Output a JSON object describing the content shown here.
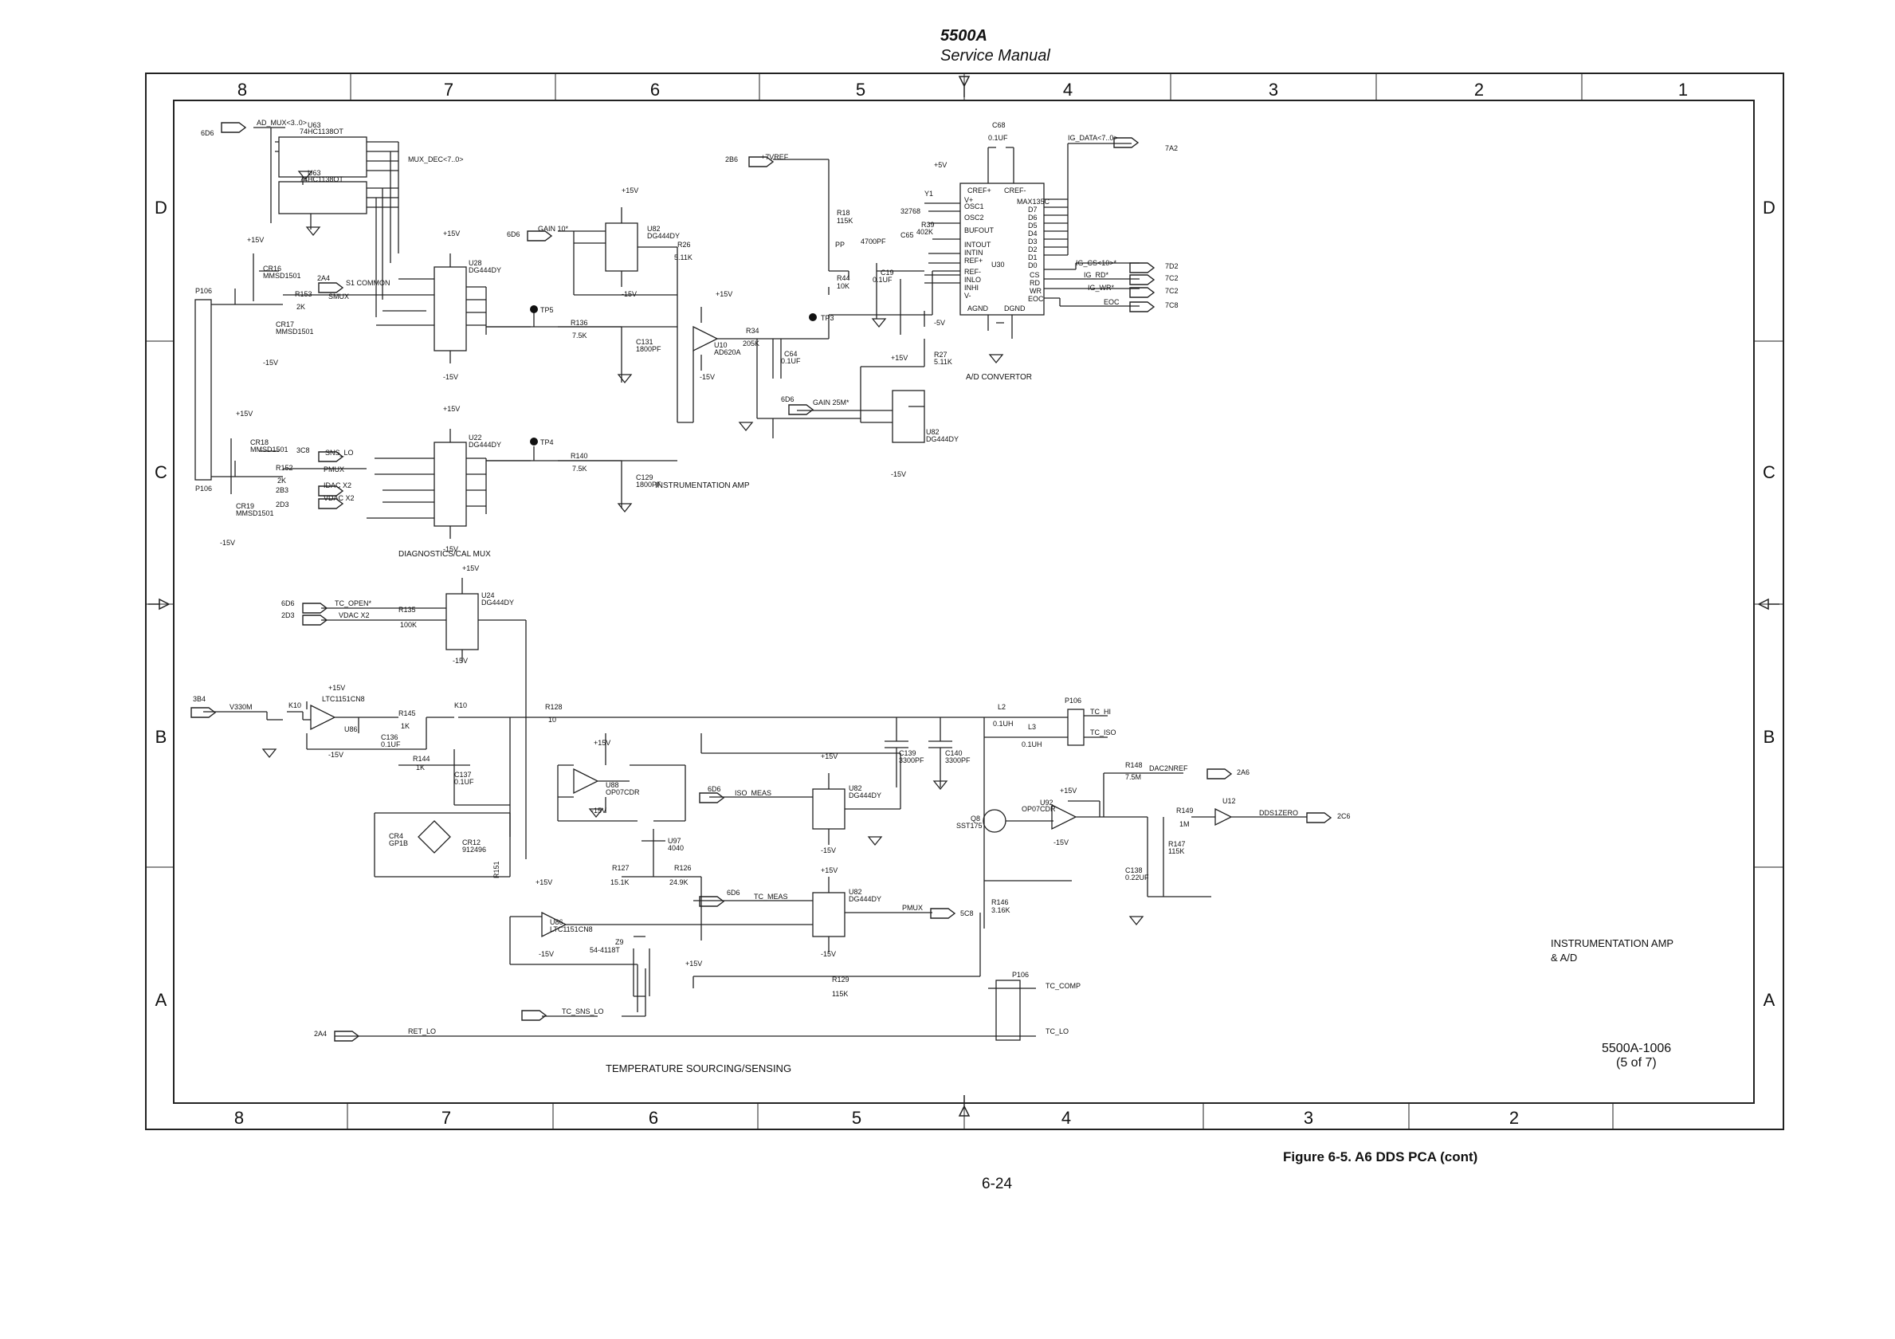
{
  "header": {
    "doc_title": "5500A",
    "doc_subtitle": "Service Manual"
  },
  "border": {
    "columns_top": [
      "8",
      "7",
      "6",
      "5",
      "4",
      "3",
      "2",
      "1"
    ],
    "columns_bottom": [
      "8",
      "7",
      "6",
      "5",
      "4",
      "3",
      "2"
    ],
    "rows_left": [
      "D",
      "C",
      "B",
      "A"
    ],
    "rows_right": [
      "D",
      "C",
      "B",
      "A"
    ]
  },
  "blocks": {
    "diag_mux": "DIAGNOSTICS/CAL MUX",
    "instr_amp": "INSTRUMENTATION AMP",
    "ad_conv": "A/D CONVERTOR",
    "temp": "TEMPERATURE SOURCING/SENSING",
    "sheet_title_1": "INSTRUMENTATION AMP",
    "sheet_title_2": "& A/D",
    "drawing_no": "5500A-1006",
    "sheet_no": "(5 of 7)"
  },
  "components": {
    "u63a": "U63",
    "u63a_pn": "74HC1138OT",
    "u63b": "U63",
    "u63b_pn": "74HC1138OT",
    "u28": "U28",
    "u28_pn": "DG444DY",
    "u22": "U22",
    "u22_pn": "DG444DY",
    "u82a": "U82",
    "u82a_pn": "DG444DY",
    "u82b": "U82",
    "u82b_pn": "DG444DY",
    "u82c": "U82",
    "u82c_pn": "DG444DY",
    "u82d": "U82",
    "u82d_pn": "DG444DY",
    "u24": "U24",
    "u24_pn": "DG444DY",
    "u10": "U10",
    "u10_pn": "AD620A",
    "u30": "U30",
    "u30_pn": "MAX135C",
    "u86a": "U86",
    "u86a_pn": "LTC1151CN8",
    "u86b": "U86",
    "u86b_pn": "LTC1151CN8",
    "u88": "U88",
    "u88_pn": "OP07CDR",
    "u92": "U92",
    "u92_pn": "OP07CDR",
    "u97": "U97",
    "u97_pn": "4040",
    "u12": "U12",
    "q8": "Q8",
    "q8_pn": "SST175",
    "z9": "Z9",
    "z9_pn": "54-4118T",
    "cr16": "CR16",
    "cr16_pn": "MMSD1501",
    "cr17": "CR17",
    "cr17_pn": "MMSD1501",
    "cr18": "CR18",
    "cr18_pn": "MMSD1501",
    "cr19": "CR19",
    "cr19_pn": "MMSD1501",
    "cr4": "CR4",
    "cr4_pn": "GP1B",
    "cr12": "CR12",
    "cr12_pn": "912496",
    "y1": "Y1",
    "y1_val": "32768",
    "r153": "R153",
    "r153_val": "2K",
    "r152": "R152",
    "r152_val": "2K",
    "r136": "R136",
    "r136_val": "7.5K",
    "r140": "R140",
    "r140_val": "7.5K",
    "r26": "R26",
    "r26_val": "5.11K",
    "r34": "R34",
    "r34_val": "205K",
    "r18": "R18",
    "r18_val": "115K",
    "r44": "R44",
    "r44_val": "10K",
    "r39": "R39",
    "r39_val": "402K",
    "r27": "R27",
    "r27_val": "5.11K",
    "r135": "R135",
    "r135_val": "100K",
    "r145": "R145",
    "r145_val": "1K",
    "r144": "R144",
    "r144_val": "1K",
    "r128": "R128",
    "r128_val": "10",
    "r127": "R127",
    "r127_val": "15.1K",
    "r126": "R126",
    "r126_val": "24.9K",
    "r129": "R129",
    "r129_val": "115K",
    "r146": "R146",
    "r146_val": "3.16K",
    "r148": "R148",
    "r148_val": "7.5M",
    "r149": "R149",
    "r149_val": "1M",
    "r147": "R147",
    "r147_val": "115K",
    "r151": "R151",
    "c131": "C131",
    "c131_val": "1800PF",
    "c129": "C129",
    "c129_val": "1800PF",
    "c64": "C64",
    "c64_val": "0.1UF",
    "c19": "C19",
    "c19_val": "0.1UF",
    "c68": "C68",
    "c68_val": "0.1UF",
    "c65": "C65",
    "c65_val": "4700PF",
    "c136": "C136",
    "c136_val": "0.1UF",
    "c137": "C137",
    "c137_val": "0.1UF",
    "c139": "C139",
    "c139_val": "3300PF",
    "c140": "C140",
    "c140_val": "3300PF",
    "c138": "C138",
    "c138_val": "0.22UF",
    "l2": "L2",
    "l2_val": "0.1UH",
    "l3": "L3",
    "l3_val": "0.1UH",
    "k10a": "K10",
    "k10b": "K10",
    "p106a": "P106",
    "p106b": "P106",
    "p106c": "P106",
    "p106d": "P106",
    "tp5": "TP5",
    "tp4": "TP4",
    "tp3": "TP3"
  },
  "nets": {
    "ad_mux": "AD_MUX<3..0>",
    "mux_dec": "MUX_DEC<7..0>",
    "s1_common": "S1 COMMON",
    "smux": "SMUX",
    "sns_lo": "SNS_LO",
    "pmux": "PMUX",
    "idac_x2": "IDAC X2",
    "vdac_x2": "VDAC X2",
    "vdac_x2b": "VDAC X2",
    "gain10": "GAIN 10*",
    "gain25m": "GAIN 25M*",
    "vref": "+7VREF",
    "ig_data": "IG_DATA<7..0>",
    "ig_cs": "IG_CS<10>*",
    "ig_rd": "IG_RD*",
    "ig_wr": "IG_WR*",
    "eoc": "EOC",
    "tc_open": "TC_OPEN*",
    "v330m": "V330M",
    "tc_hi": "TC_HI",
    "tc_iso": "TC_ISO",
    "tc_comp": "TC_COMP",
    "tc_lo": "TC_LO",
    "iso_meas": "ISO_MEAS",
    "tc_meas": "TC_MEAS",
    "pmux2": "PMUX",
    "dac2nref": "DAC2NREF",
    "dds1zero": "DDS1ZERO",
    "tc_sns_lo": "TC_SNS_LO",
    "ret_lo": "RET_LO",
    "pp": "PP"
  },
  "offpage": {
    "r6d6a": "6D6",
    "r2a4a": "2A4",
    "r6d6b": "6D6",
    "r2b6": "2B6",
    "r3c8": "3C8",
    "r2b3a": "2B3",
    "r2d3a": "2D3",
    "r6d6c": "6D6",
    "r2d3b": "2D3",
    "r3b4": "3B4",
    "r6d6d": "6D6",
    "r6d6e": "6D6",
    "r6d6f": "6D6",
    "r2a4b": "2A4",
    "r7a2": "7A2",
    "r7d2": "7D2",
    "r7c2a": "7C2",
    "r7c2b": "7C2",
    "r7c8": "7C8",
    "r5c8": "5C8",
    "r2a6": "2A6",
    "r2c6": "2C6"
  },
  "power": {
    "p15": "+15V",
    "m15": "-15V",
    "p5": "+5V",
    "m5": "-5V"
  },
  "u30_pins": [
    "CREF+",
    "CREF-",
    "V+",
    "OSC1",
    "OSC2",
    "BUFOUT",
    "INTOUT",
    "INTIN",
    "REF+",
    "REF-",
    "INLO",
    "INHI",
    "V-",
    "AGND",
    "DGND",
    "D7",
    "D6",
    "D5",
    "D4",
    "D3",
    "D2",
    "D1",
    "D0",
    "CS",
    "RD",
    "WR",
    "EOC"
  ],
  "caption": "Figure 6-5. A6 DDS PCA (cont)",
  "page_number": "6-24"
}
